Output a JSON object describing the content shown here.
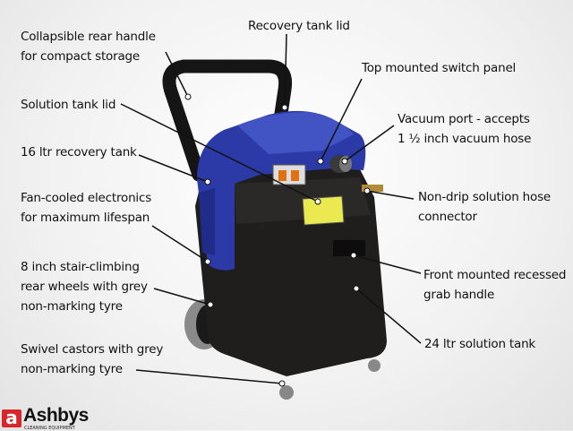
{
  "callouts": {
    "rear_handle": [
      "Collapsible rear handle",
      "for compact storage"
    ],
    "recovery_lid": "Recovery tank lid",
    "switch_panel": "Top mounted switch panel",
    "solution_lid": "Solution tank lid",
    "vacuum_port": [
      "Vacuum port - accepts",
      "1 ½ inch vacuum hose"
    ],
    "recovery_tank": "16 ltr recovery tank",
    "non_drip": [
      "Non-drip solution hose",
      "connector"
    ],
    "fan_cooled": [
      "Fan-cooled electronics",
      "for maximum lifespan"
    ],
    "rear_wheels": [
      "8 inch stair-climbing",
      "rear wheels with grey",
      "non-marking tyre"
    ],
    "grab_handle": [
      "Front mounted recessed",
      "grab handle"
    ],
    "solution_tank": "24 ltr solution tank",
    "castors": [
      "Swivel castors with grey",
      "non-marking tyre"
    ]
  },
  "logo": {
    "mark": "a",
    "word": "Ashbys",
    "sub": "CLEANING EQUIPMENT"
  },
  "colors": {
    "body": "#1c1b1a",
    "tank_blue": "#2a3aa8",
    "accent": "#d8262c",
    "lid_yellow": "#e8e030"
  }
}
